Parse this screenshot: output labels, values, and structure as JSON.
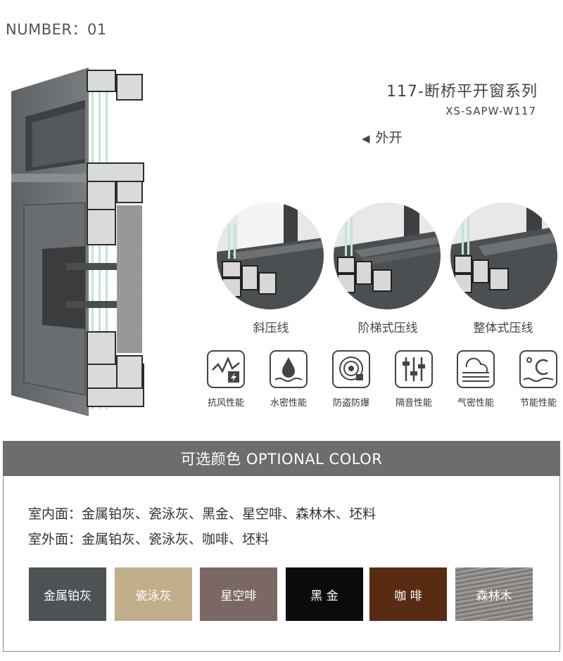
{
  "number_label": "NUMBER：01",
  "product": {
    "title": "117-断桥平开窗系列",
    "model": "XS-SAPW-W117",
    "opening": "外开"
  },
  "profiles": [
    {
      "label": "斜压线"
    },
    {
      "label": "阶梯式压线"
    },
    {
      "label": "整体式压线"
    }
  ],
  "features": [
    {
      "label": "抗风性能",
      "icon": "wind-resistance-icon"
    },
    {
      "label": "水密性能",
      "icon": "water-tightness-icon"
    },
    {
      "label": "防盗防爆",
      "icon": "anti-theft-icon"
    },
    {
      "label": "隔音性能",
      "icon": "sound-insulation-icon"
    },
    {
      "label": "气密性能",
      "icon": "air-tightness-icon"
    },
    {
      "label": "节能性能",
      "icon": "energy-saving-icon"
    }
  ],
  "colors": {
    "header": "可选颜色  OPTIONAL COLOR",
    "interior": "室内面：金属铂灰、瓷泳灰、黑金、星空啡、森林木、坯料",
    "exterior": "室外面：金属铂灰、瓷泳灰、咖啡、坯料",
    "swatches": [
      {
        "label": "金属铂灰",
        "color": "#4d5255"
      },
      {
        "label": "瓷泳灰",
        "color": "#c1ae8a"
      },
      {
        "label": "星空啡",
        "color": "#7b6864"
      },
      {
        "label": "黑 金",
        "color": "#0b0b0b"
      },
      {
        "label": "咖 啡",
        "color": "#5a2b13"
      },
      {
        "label": "森林木",
        "color": "#8d8985"
      }
    ]
  }
}
